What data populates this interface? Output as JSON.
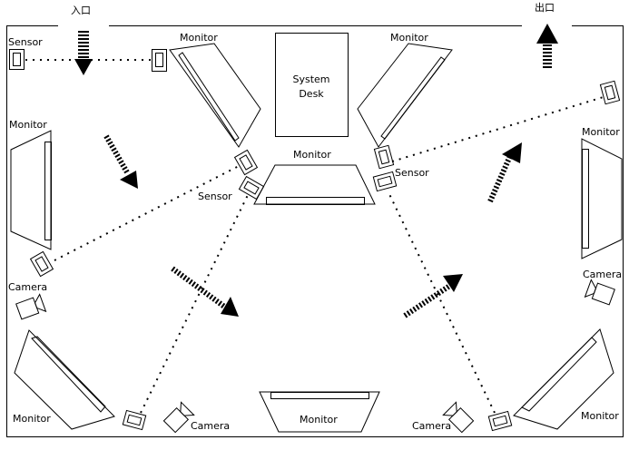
{
  "entrance": {
    "label": "入口"
  },
  "exit": {
    "label": "出口"
  },
  "desk": {
    "label_line1": "System",
    "label_line2": "Desk"
  },
  "labels": {
    "monitor": "Monitor",
    "sensor": "Sensor",
    "camera": "Camera"
  },
  "monitors": [
    {
      "id": "top-left",
      "label": "Monitor"
    },
    {
      "id": "top-right",
      "label": "Monitor"
    },
    {
      "id": "center",
      "label": "Monitor"
    },
    {
      "id": "left",
      "label": "Monitor"
    },
    {
      "id": "right",
      "label": "Monitor"
    },
    {
      "id": "bottom-left",
      "label": "Monitor"
    },
    {
      "id": "bottom-center",
      "label": "Monitor"
    },
    {
      "id": "bottom-right",
      "label": "Monitor"
    }
  ],
  "sensors": [
    {
      "id": "top-left-sensor",
      "label": "Sensor"
    },
    {
      "id": "center-left-sensor",
      "label": "Sensor"
    },
    {
      "id": "center-right-sensor",
      "label": "Sensor"
    }
  ],
  "cameras": [
    {
      "id": "left-camera",
      "label": "Camera"
    },
    {
      "id": "right-camera",
      "label": "Camera"
    },
    {
      "id": "bottom-left-camera",
      "label": "Camera"
    },
    {
      "id": "bottom-right-camera",
      "label": "Camera"
    }
  ],
  "colors": {
    "ink": "#000000",
    "background": "#ffffff"
  }
}
